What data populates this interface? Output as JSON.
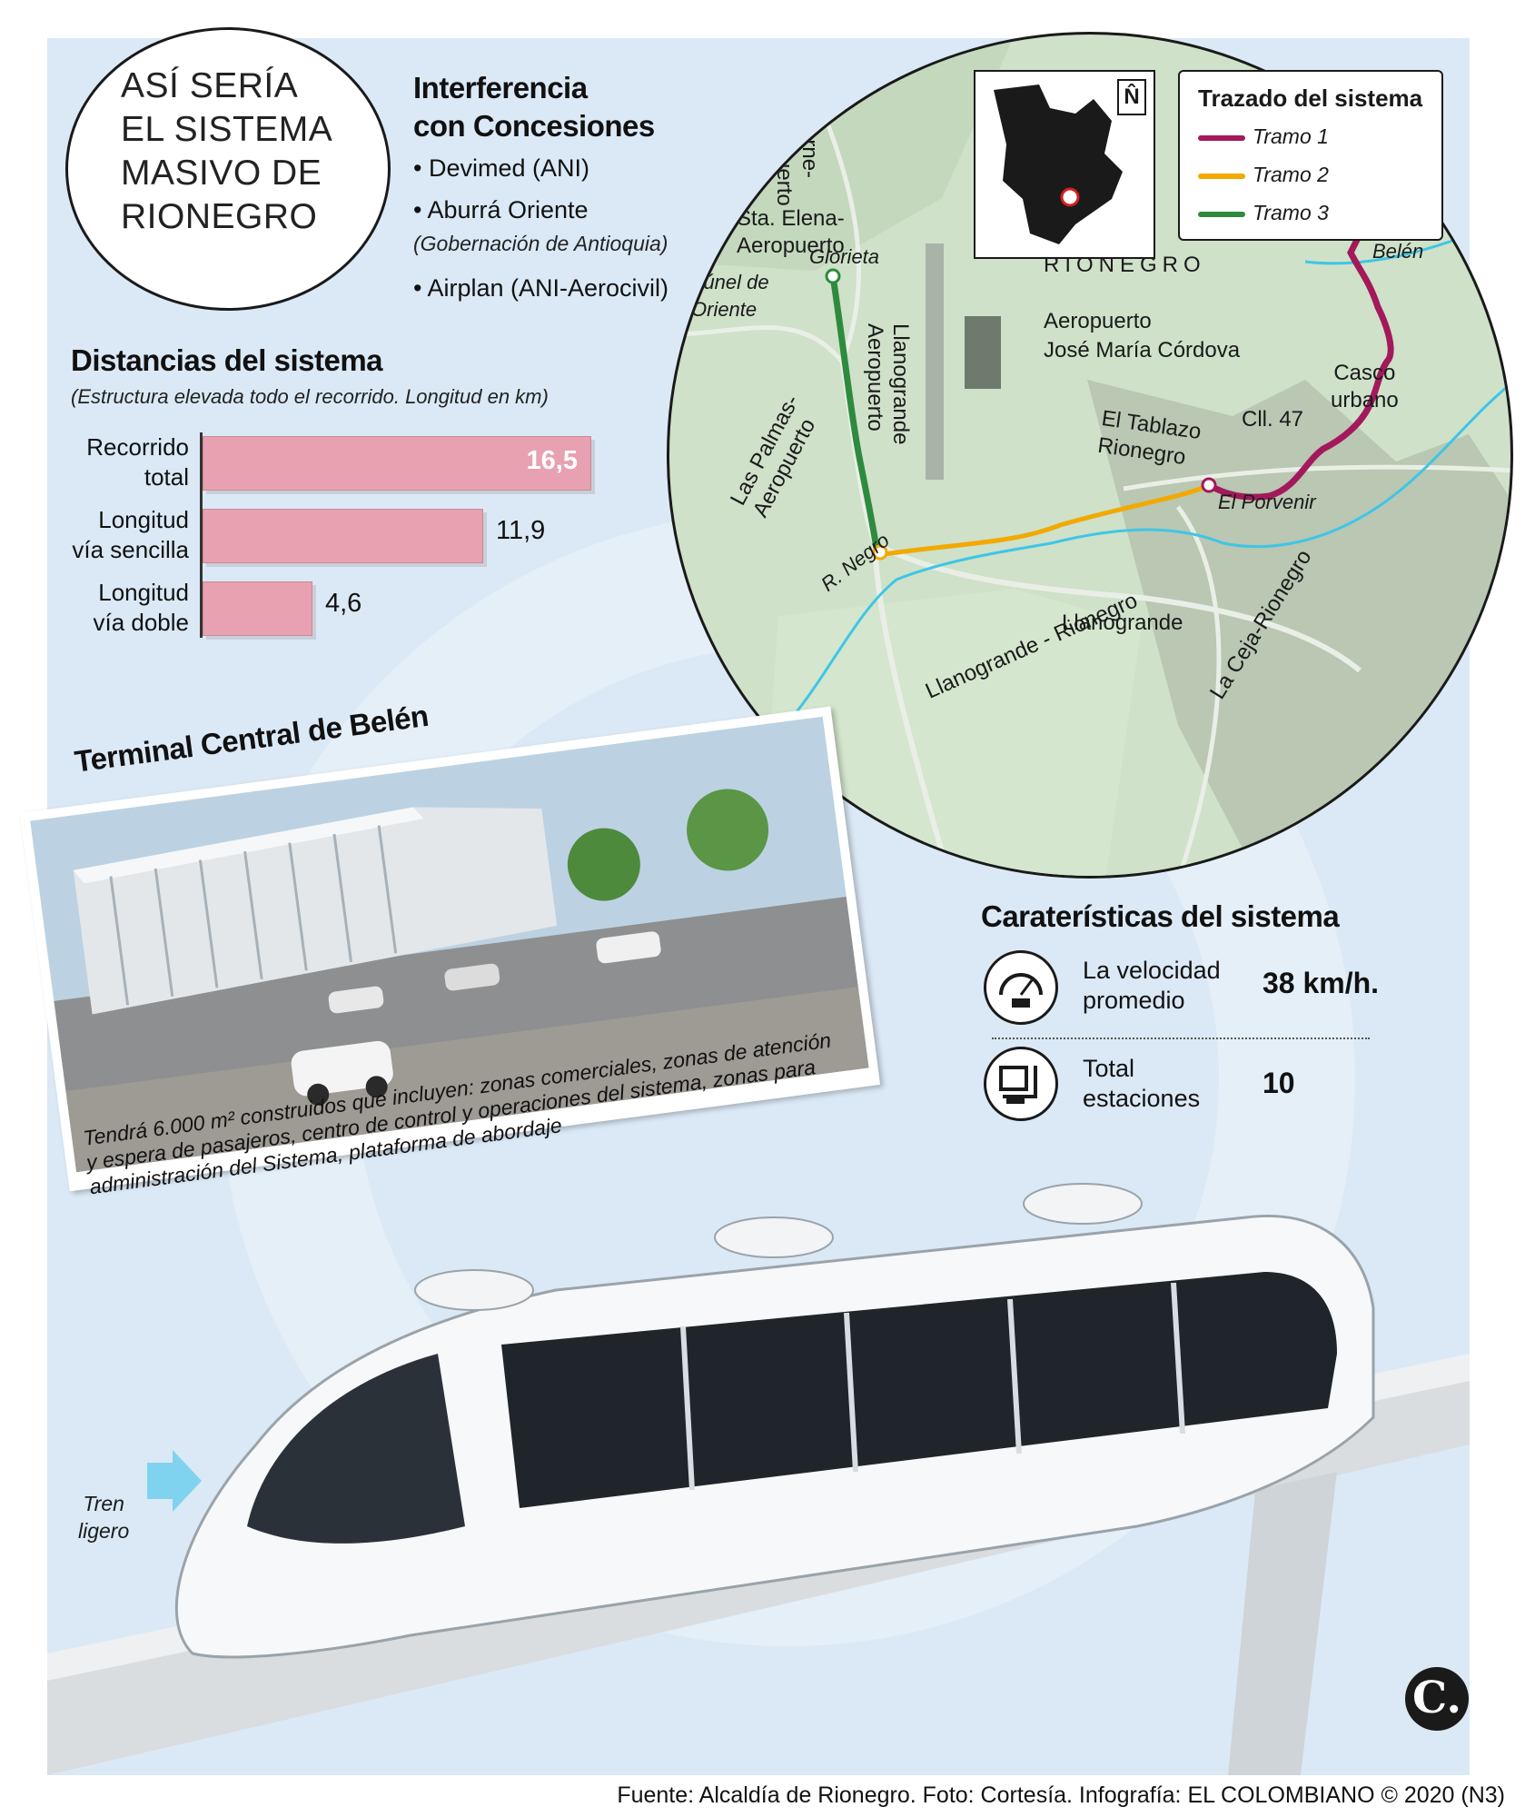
{
  "title": {
    "line1": "ASÍ SERÍA",
    "line2": "EL SISTEMA",
    "line3": "MASIVO DE",
    "line4": "RIONEGRO"
  },
  "interference": {
    "heading1": "Interferencia",
    "heading2": "con Concesiones",
    "items": [
      "Devimed (ANI)",
      "Aburrá Oriente",
      "Airplan (ANI-Aerocivil)"
    ],
    "note": "(Gobernación de Antioquia)"
  },
  "distances": {
    "heading": "Distancias del sistema",
    "subtitle": "(Estructura elevada todo el recorrido. Longitud en km)",
    "bars": [
      {
        "label1": "Recorrido",
        "label2": "total",
        "value": 16.5,
        "display": "16,5"
      },
      {
        "label1": "Longitud",
        "label2": "vía sencilla",
        "value": 11.9,
        "display": "11,9"
      },
      {
        "label1": "Longitud",
        "label2": "vía doble",
        "value": 4.6,
        "display": "4,6"
      }
    ]
  },
  "map": {
    "region": "RIONEGRO",
    "north": "N̂",
    "airport1": "Aeropuerto",
    "airport2": "José María Córdova",
    "labels": {
      "guarne1": "Guarne-",
      "guarne2": "Aeropuerto",
      "stElena1": "Sta. Elena-",
      "stElena2": "Aeropuerto",
      "tunel1": "Túnel de",
      "tunel2": "Oriente",
      "palmas1": "Las Palmas-",
      "palmas2": "Aeropuerto",
      "llanoAero1": "Llanogrande",
      "llanoAero2": "Aeropuerto",
      "glorieta": "Glorieta",
      "belen": "Belén",
      "casco1": "Casco",
      "casco2": "urbano",
      "cll47": "Cll. 47",
      "tablazo1": "El Tablazo",
      "tablazo2": "Rionegro",
      "porvenir": "El Porvenir",
      "rnegro": "R. Negro",
      "llanoRio": "Llanogrande - Rionegro",
      "llanogrande": "Llanogrande",
      "ceja": "La Ceja-Rionegro"
    }
  },
  "legend": {
    "title": "Trazado del sistema",
    "items": [
      {
        "label": "Tramo 1",
        "color": "#a3195b"
      },
      {
        "label": "Tramo 2",
        "color": "#f2a900"
      },
      {
        "label": "Tramo 3",
        "color": "#2e8b3e"
      }
    ]
  },
  "terminal": {
    "heading": "Terminal Central de Belén",
    "caption1": "Tendrá 6.000 m² construidos que incluyen: zonas comerciales, zonas de atención",
    "caption2": "y espera de pasajeros, centro de control y operaciones del sistema, zonas para",
    "caption3": "administración del Sistema, plataforma de abordaje"
  },
  "features": {
    "heading": "Caraterísticas del sistema",
    "speed_label1": "La velocidad",
    "speed_label2": "promedio",
    "speed_value": "38 km/h.",
    "stations_label1": "Total",
    "stations_label2": "estaciones",
    "stations_value": "10"
  },
  "train": {
    "label1": "Tren",
    "label2": "ligero"
  },
  "source": "Fuente: Alcaldía de Rionegro. Foto: Cortesía. Infografía: EL COLOMBIANO © 2020 (N3)",
  "logo": "C."
}
